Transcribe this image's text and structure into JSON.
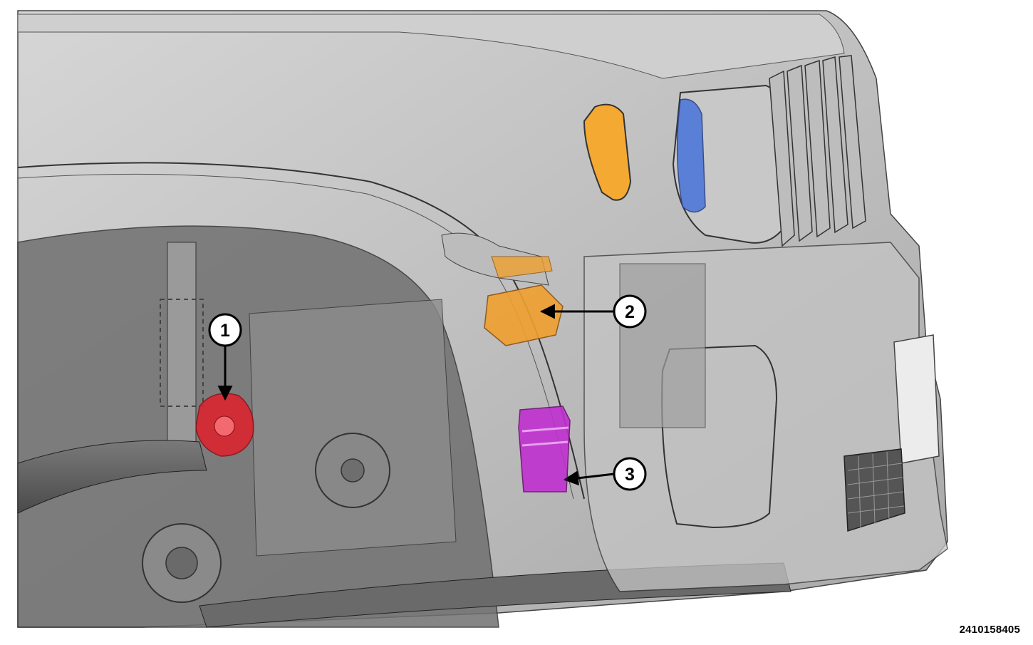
{
  "figure": {
    "id_number": "2410158405"
  },
  "callouts": [
    {
      "number": "1",
      "target_color": "#e0202a"
    },
    {
      "number": "2",
      "target_color": "#f0a030"
    },
    {
      "number": "3",
      "target_color": "#c030d0"
    }
  ],
  "colors": {
    "body_gray": "#b9b9b9",
    "dark_gray": "#5a5a5a",
    "amber_lamp": "#f4a933",
    "headlamp_blue": "#4f78d8",
    "highlight_red": "#e0202a",
    "highlight_orange": "#f0a030",
    "highlight_magenta": "#c030d0"
  }
}
